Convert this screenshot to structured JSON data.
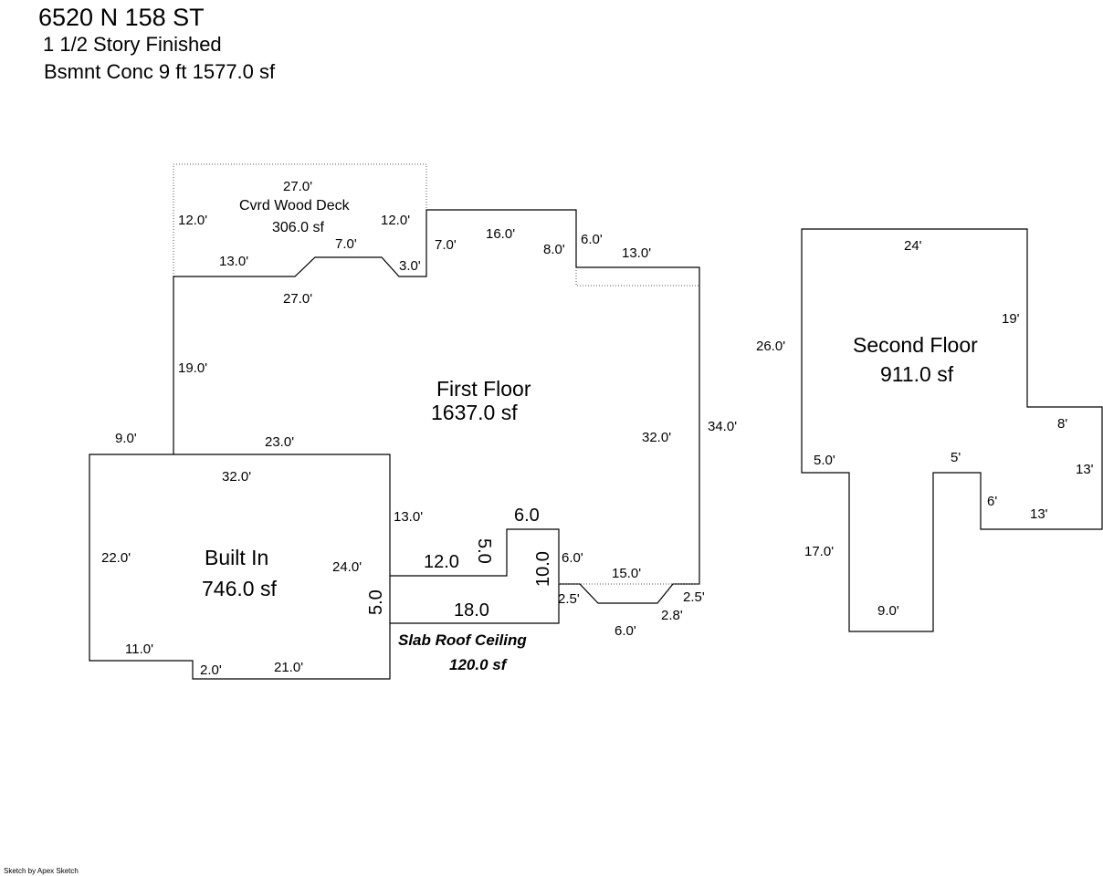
{
  "header": {
    "address": "6520 N 158 ST",
    "style": "1 1/2 Story Finished",
    "basement": "Bsmnt Conc 9 ft  1577.0 sf"
  },
  "areas": {
    "deck_name": "Cvrd Wood Deck",
    "deck_area": "306.0 sf",
    "first_floor_name": "First Floor",
    "first_floor_area": "1637.0 sf",
    "built_in_name": "Built In",
    "built_in_area": "746.0 sf",
    "slab_name": "Slab Roof Ceiling",
    "slab_area": "120.0 sf",
    "second_floor_name": "Second Floor",
    "second_floor_area": "911.0 sf"
  },
  "dims": {
    "deck_top": "27.0'",
    "deck_left": "12.0'",
    "deck_right": "12.0'",
    "deck_notch": "7.0'",
    "deck_bottom_left": "13.0'",
    "deck_bottom_right": "3.0'",
    "ff_top": "27.0'",
    "ff_step_up": "7.0'",
    "ff_top_mid": "16.0'",
    "ff_step_down": "8.0'",
    "ff_outer_step": "6.0'",
    "ff_right_top": "13.0'",
    "ff_left": "19.0'",
    "ff_inner_right": "32.0'",
    "ff_outer_right": "34.0'",
    "ff_offset_left": "9.0'",
    "ff_bottom_left": "23.0'",
    "bi_top": "32.0'",
    "bi_left": "22.0'",
    "bi_right_upper": "13.0'",
    "bi_right": "24.0'",
    "bi_bottom_left": "11.0'",
    "bi_notch": "2.0'",
    "bi_bottom": "21.0'",
    "s_12": "12.0",
    "s_5v": "5.0",
    "s_6": "6.0",
    "s_10": "10.0",
    "s_18": "18.0",
    "s_5left": "5.0",
    "bay_side": "6.0'",
    "bay_top": "15.0'",
    "bay_left": "2.5'",
    "bay_right_short": "2.8'",
    "bay_right": "2.5'",
    "bay_bottom": "6.0'",
    "sf_top": "24'",
    "sf_left": "26.0'",
    "sf_right_upper": "19'",
    "sf_ledge_right": "8'",
    "sf_right_lower": "13'",
    "sf_ledge_left": "5.0'",
    "sf_stem_left": "17.0'",
    "sf_stem_bottom": "9.0'",
    "sf_inner_top": "5'",
    "sf_inner_side": "6'",
    "sf_bottom_right": "13'"
  },
  "footer": {
    "credit": "Sketch by Apex Sketch"
  }
}
